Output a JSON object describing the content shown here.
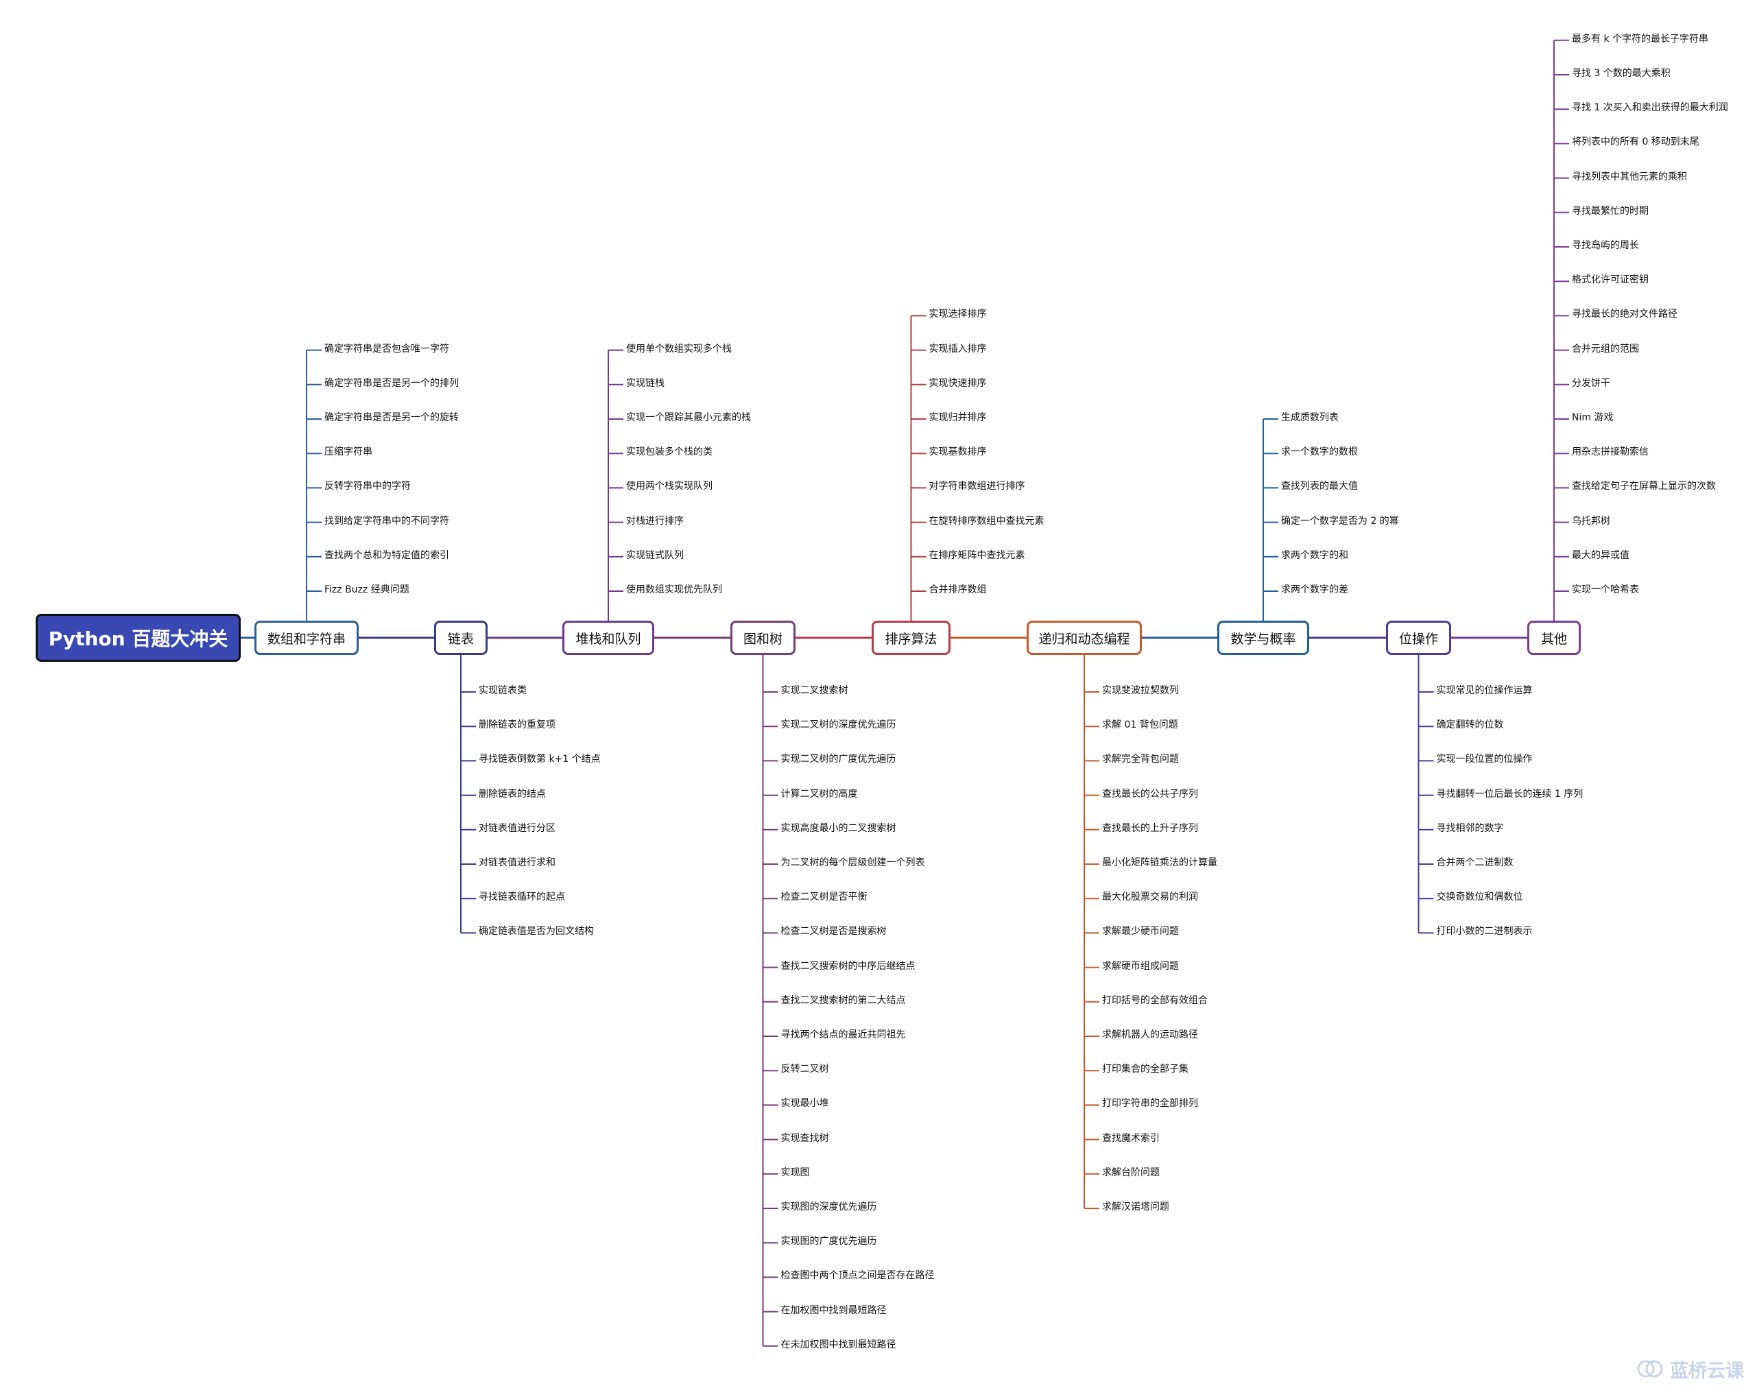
{
  "root": {
    "label": "Python 百题大冲关"
  },
  "branches": [
    {
      "label": "数组和字符串",
      "color": "#2a5d9b",
      "side": "up",
      "items": [
        "确定字符串是否包含唯一字符",
        "确定字符串是否是另一个的排列",
        "确定字符串是否是另一个的旋转",
        "压缩字符串",
        "反转字符串中的字符",
        "找到给定字符串中的不同字符",
        "查找两个总和为特定值的索引",
        "Fizz Buzz 经典问题"
      ]
    },
    {
      "label": "链表",
      "color": "#3a3a8c",
      "side": "down",
      "items": [
        "实现链表类",
        "删除链表的重复项",
        "寻找链表倒数第 k+1 个结点",
        "删除链表的结点",
        "对链表值进行分区",
        "对链表值进行求和",
        "寻找链表循环的起点",
        "确定链表值是否为回文结构"
      ]
    },
    {
      "label": "堆栈和队列",
      "color": "#6a3a8c",
      "side": "up",
      "items": [
        "使用单个数组实现多个栈",
        "实现链栈",
        "实现一个跟踪其最小元素的栈",
        "实现包装多个栈的类",
        "使用两个栈实现队列",
        "对栈进行排序",
        "实现链式队列",
        "使用数组实现优先队列"
      ]
    },
    {
      "label": "图和树",
      "color": "#7a3a7a",
      "side": "down",
      "items": [
        "实现二叉搜索树",
        "实现二叉树的深度优先遍历",
        "实现二叉树的广度优先遍历",
        "计算二叉树的高度",
        "实现高度最小的二叉搜索树",
        "为二叉树的每个层级创建一个列表",
        "检查二叉树是否平衡",
        "检查二叉树是否是搜索树",
        "查找二叉搜索树的中序后继结点",
        "查找二叉搜索树的第二大结点",
        "寻找两个结点的最近共同祖先",
        "反转二叉树",
        "实现最小堆",
        "实现查找树",
        "实现图",
        "实现图的深度优先遍历",
        "实现图的广度优先遍历",
        "检查图中两个顶点之间是否存在路径",
        "在加权图中找到最短路径",
        "在未加权图中找到最短路径"
      ]
    },
    {
      "label": "排序算法",
      "color": "#b83a4a",
      "side": "up",
      "items": [
        "实现选择排序",
        "实现插入排序",
        "实现快速排序",
        "实现归并排序",
        "实现基数排序",
        "对字符串数组进行排序",
        "在旋转排序数组中查找元素",
        "在排序矩阵中查找元素",
        "合并排序数组"
      ]
    },
    {
      "label": "递归和动态编程",
      "color": "#c85a2a",
      "side": "down",
      "items": [
        "实现斐波拉契数列",
        "求解 01 背包问题",
        "求解完全背包问题",
        "查找最长的公共子序列",
        "查找最长的上升子序列",
        "最小化矩阵链乘法的计算量",
        "最大化股票交易的利润",
        "求解最少硬币问题",
        "求解硬币组成问题",
        "打印括号的全部有效组合",
        "求解机器人的运动路径",
        "打印集合的全部子集",
        "打印字符串的全部排列",
        "查找魔术索引",
        "求解台阶问题",
        "求解汉诺塔问题"
      ]
    },
    {
      "label": "数学与概率",
      "color": "#1f5e9e",
      "side": "up",
      "items": [
        "生成质数列表",
        "求一个数字的数根",
        "查找列表的最大值",
        "确定一个数字是否为 2 的幂",
        "求两个数字的和",
        "求两个数字的差"
      ]
    },
    {
      "label": "位操作",
      "color": "#4a3a9c",
      "side": "down",
      "items": [
        "实现常见的位操作运算",
        "确定翻转的位数",
        "实现一段位置的位操作",
        "寻找翻转一位后最长的连续 1 序列",
        "寻找相邻的数字",
        "合并两个二进制数",
        "交换奇数位和偶数位",
        "打印小数的二进制表示"
      ]
    },
    {
      "label": "其他",
      "color": "#7a3a9a",
      "side": "up",
      "items": [
        "最多有 k 个字符的最长子字符串",
        "寻找 3 个数的最大乘积",
        "寻找 1 次买入和卖出获得的最大利润",
        "将列表中的所有 0 移动到末尾",
        "寻找列表中其他元素的乘积",
        "寻找最繁忙的时期",
        "寻找岛屿的周长",
        "格式化许可证密钥",
        "寻找最长的绝对文件路径",
        "合并元组的范围",
        "分发饼干",
        "Nim 游戏",
        "用杂志拼接勒索信",
        "查找给定句子在屏幕上显示的次数",
        "乌托邦树",
        "最大的异或值",
        "实现一个哈希表"
      ]
    }
  ],
  "colors": {
    "root_fill": "#3a48b3",
    "main_line": "#7a3a9a"
  },
  "watermark": {
    "text": "蓝桥云课",
    "icon": "cloud-logo-icon",
    "color": "#c9d3ea"
  }
}
